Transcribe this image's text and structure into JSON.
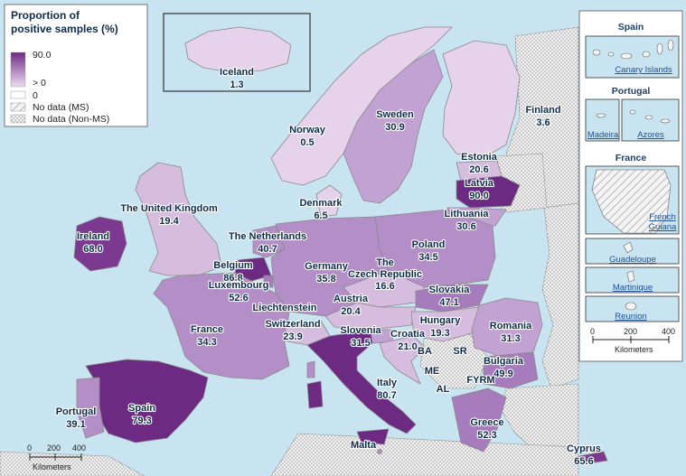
{
  "legend": {
    "title_line1": "Proportion of",
    "title_line2": "positive samples (%)",
    "max": "90.0",
    "min_positive": "> 0",
    "zero": "0",
    "no_data_ms": "No data (MS)",
    "no_data_non_ms": "No data (Non-MS)"
  },
  "colors": {
    "sea": "#c8e4f1",
    "low": "#e6d2ea",
    "mid": "#b48ec6",
    "high": "#6d2a82",
    "non_ms": "#eeeeee",
    "border": "#8a8a8a"
  },
  "countries": {
    "iceland": {
      "name": "Iceland",
      "value": "1.3"
    },
    "norway": {
      "name": "Norway",
      "value": "0.5"
    },
    "sweden": {
      "name": "Sweden",
      "value": "30.9"
    },
    "finland": {
      "name": "Finland",
      "value": "3.6"
    },
    "estonia": {
      "name": "Estonia",
      "value": "20.6"
    },
    "latvia": {
      "name": "Latvia",
      "value": "90.0"
    },
    "lithuania": {
      "name": "Lithuania",
      "value": "30.6"
    },
    "denmark": {
      "name": "Denmark",
      "value": "6.5"
    },
    "uk": {
      "name": "The United Kingdom",
      "value": "19.4"
    },
    "ireland": {
      "name": "Ireland",
      "value": "68.0"
    },
    "netherlands": {
      "name": "The Netherlands",
      "value": "40.7"
    },
    "belgium": {
      "name": "Belgium",
      "value": "86.8"
    },
    "luxembourg": {
      "name": "Luxembourg",
      "value": "52.6"
    },
    "liechtenstein": {
      "name": "Liechtenstein"
    },
    "germany": {
      "name": "Germany",
      "value": "35.8"
    },
    "poland": {
      "name": "Poland",
      "value": "34.5"
    },
    "czech_line1": "The",
    "czech_line2": "Czech Republic",
    "czech_value": "16.6",
    "slovakia": {
      "name": "Slovakia",
      "value": "47.1"
    },
    "austria": {
      "name": "Austria",
      "value": "20.4"
    },
    "hungary": {
      "name": "Hungary",
      "value": "19.3"
    },
    "romania": {
      "name": "Romania",
      "value": "31.3"
    },
    "france": {
      "name": "France",
      "value": "34.3"
    },
    "switzerland": {
      "name": "Switzerland",
      "value": "23.9"
    },
    "slovenia": {
      "name": "Slovenia",
      "value": "31.5"
    },
    "croatia": {
      "name": "Croatia",
      "value": "21.0"
    },
    "ba": {
      "name": "BA"
    },
    "sr": {
      "name": "SR"
    },
    "me": {
      "name": "ME"
    },
    "al": {
      "name": "AL"
    },
    "fyrm": {
      "name": "FYRM"
    },
    "bulgaria": {
      "name": "Bulgaria",
      "value": "49.9"
    },
    "italy": {
      "name": "Italy",
      "value": "80.7"
    },
    "portugal": {
      "name": "Portugal",
      "value": "39.1"
    },
    "spain": {
      "name": "Spain",
      "value": "79.3"
    },
    "greece": {
      "name": "Greece",
      "value": "52.3"
    },
    "malta": {
      "name": "Malta"
    },
    "cyprus": {
      "name": "Cyprus",
      "value": "65.6"
    }
  },
  "insets": {
    "spain_title": "Spain",
    "canary": "Canary Islands",
    "portugal_title": "Portugal",
    "madeira": "Madeira",
    "azores": "Azores",
    "france_title": "France",
    "guiana_line1": "French",
    "guiana_line2": "Guiana",
    "guadeloupe": "Guadeloupe",
    "martinique": "Martinique",
    "reunion": "Reunion"
  },
  "scale_main": {
    "t0": "0",
    "t1": "200",
    "t2": "400",
    "unit": "Kilometers"
  },
  "scale_inset": {
    "t0": "0",
    "t1": "200",
    "t2": "400",
    "unit": "Kilometers"
  }
}
